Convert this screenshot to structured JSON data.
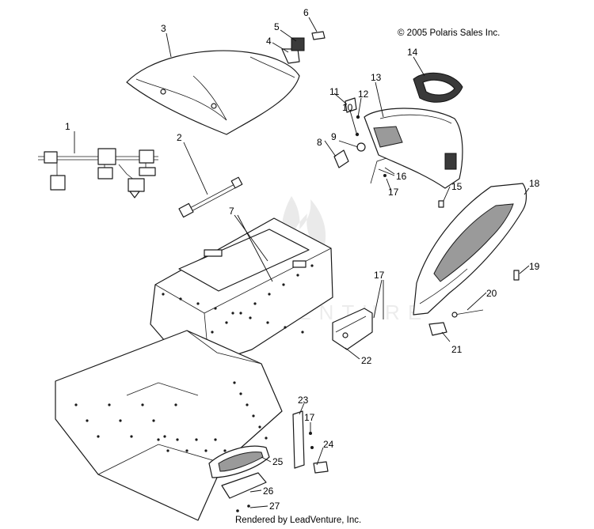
{
  "copyright": "© 2005 Polaris Sales Inc.",
  "rendered_by": "Rendered by LeadVenture, Inc.",
  "watermark": "LEADVENTURE",
  "callouts": [
    "1",
    "2",
    "3",
    "4",
    "5",
    "6",
    "7",
    "8",
    "9",
    "10",
    "11",
    "12",
    "13",
    "14",
    "15",
    "16",
    "17",
    "17",
    "17",
    "18",
    "19",
    "20",
    "21",
    "22",
    "23",
    "24",
    "25",
    "26",
    "27"
  ]
}
